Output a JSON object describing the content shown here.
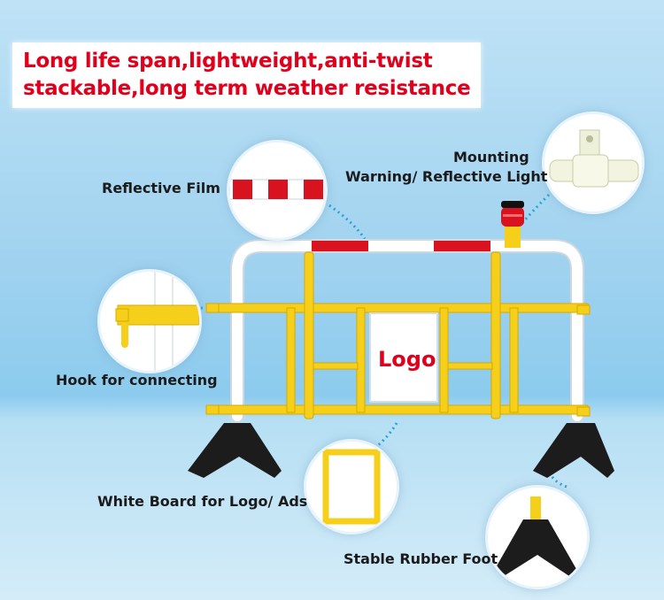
{
  "headline": {
    "line1": "Long life span,lightweight,anti-twist",
    "line2": "stackable,long term weather resistance"
  },
  "labels": {
    "reflective_film": "Reflective Film",
    "mounting": "Mounting",
    "warning_light": "Warning/ Reflective Light",
    "hook": "Hook for connecting",
    "logo": "Logo",
    "white_board": "White Board for Logo/ Ads",
    "rubber_foot": "Stable Rubber Foot"
  },
  "colors": {
    "accent_red": "#e0001b",
    "barrier_yellow": "#f6cf1a",
    "barrier_white": "#ffffff",
    "foot_black": "#1c1c1c",
    "leader_dots": "#2aa3d8"
  }
}
